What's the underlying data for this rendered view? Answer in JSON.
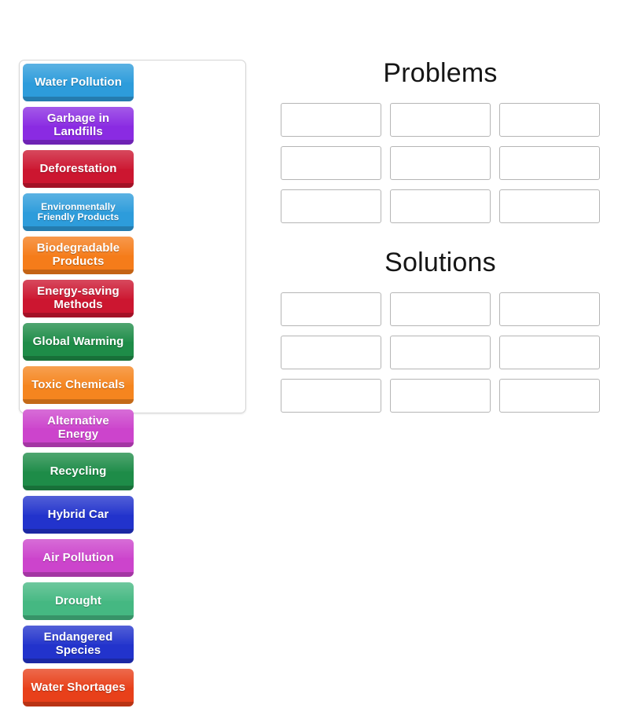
{
  "activity": {
    "type": "group-sort",
    "tile_count": 15,
    "category_count": 2
  },
  "tile_tray": {
    "name": "word-bank",
    "tiles": [
      {
        "label": "Water Pollution",
        "color": "#2d9cdb",
        "text_size": "normal"
      },
      {
        "label": "Garbage in Landfills",
        "color": "#8a2be2",
        "text_size": "normal"
      },
      {
        "label": "Deforestation",
        "color": "#cc1630",
        "text_size": "normal"
      },
      {
        "label": "Environmentally Friendly Products",
        "color": "#2d9cdb",
        "text_size": "small"
      },
      {
        "label": "Biodegradable Products",
        "color": "#f57c1a",
        "text_size": "normal"
      },
      {
        "label": "Energy-saving Methods",
        "color": "#cc1630",
        "text_size": "normal"
      },
      {
        "label": "Global Warming",
        "color": "#1e8c48",
        "text_size": "normal"
      },
      {
        "label": "Toxic Chemicals",
        "color": "#f5851f",
        "text_size": "normal"
      },
      {
        "label": "Alternative Energy",
        "color": "#cc44cc",
        "text_size": "normal"
      },
      {
        "label": "Recycling",
        "color": "#1e8c48",
        "text_size": "normal"
      },
      {
        "label": "Hybrid Car",
        "color": "#2233cc",
        "text_size": "normal"
      },
      {
        "label": "Air Pollution",
        "color": "#cc44cc",
        "text_size": "normal"
      },
      {
        "label": "Drought",
        "color": "#45b882",
        "text_size": "normal"
      },
      {
        "label": "Endangered Species",
        "color": "#2233cc",
        "text_size": "normal"
      },
      {
        "label": "Water Shortages",
        "color": "#e8401a",
        "text_size": "normal"
      }
    ]
  },
  "categories": [
    {
      "name": "problems",
      "heading": "Problems",
      "dropzones": [
        "",
        "",
        "",
        "",
        "",
        "",
        "",
        "",
        ""
      ]
    },
    {
      "name": "solutions",
      "heading": "Solutions",
      "dropzones": [
        "",
        "",
        "",
        "",
        "",
        "",
        "",
        "",
        ""
      ]
    }
  ],
  "colors": {
    "page_background": "#ffffff",
    "tray_border": "#d6d6d6",
    "dropzone_border": "#b5b5b5",
    "heading_text": "#161616",
    "tile_text": "#ffffff"
  }
}
